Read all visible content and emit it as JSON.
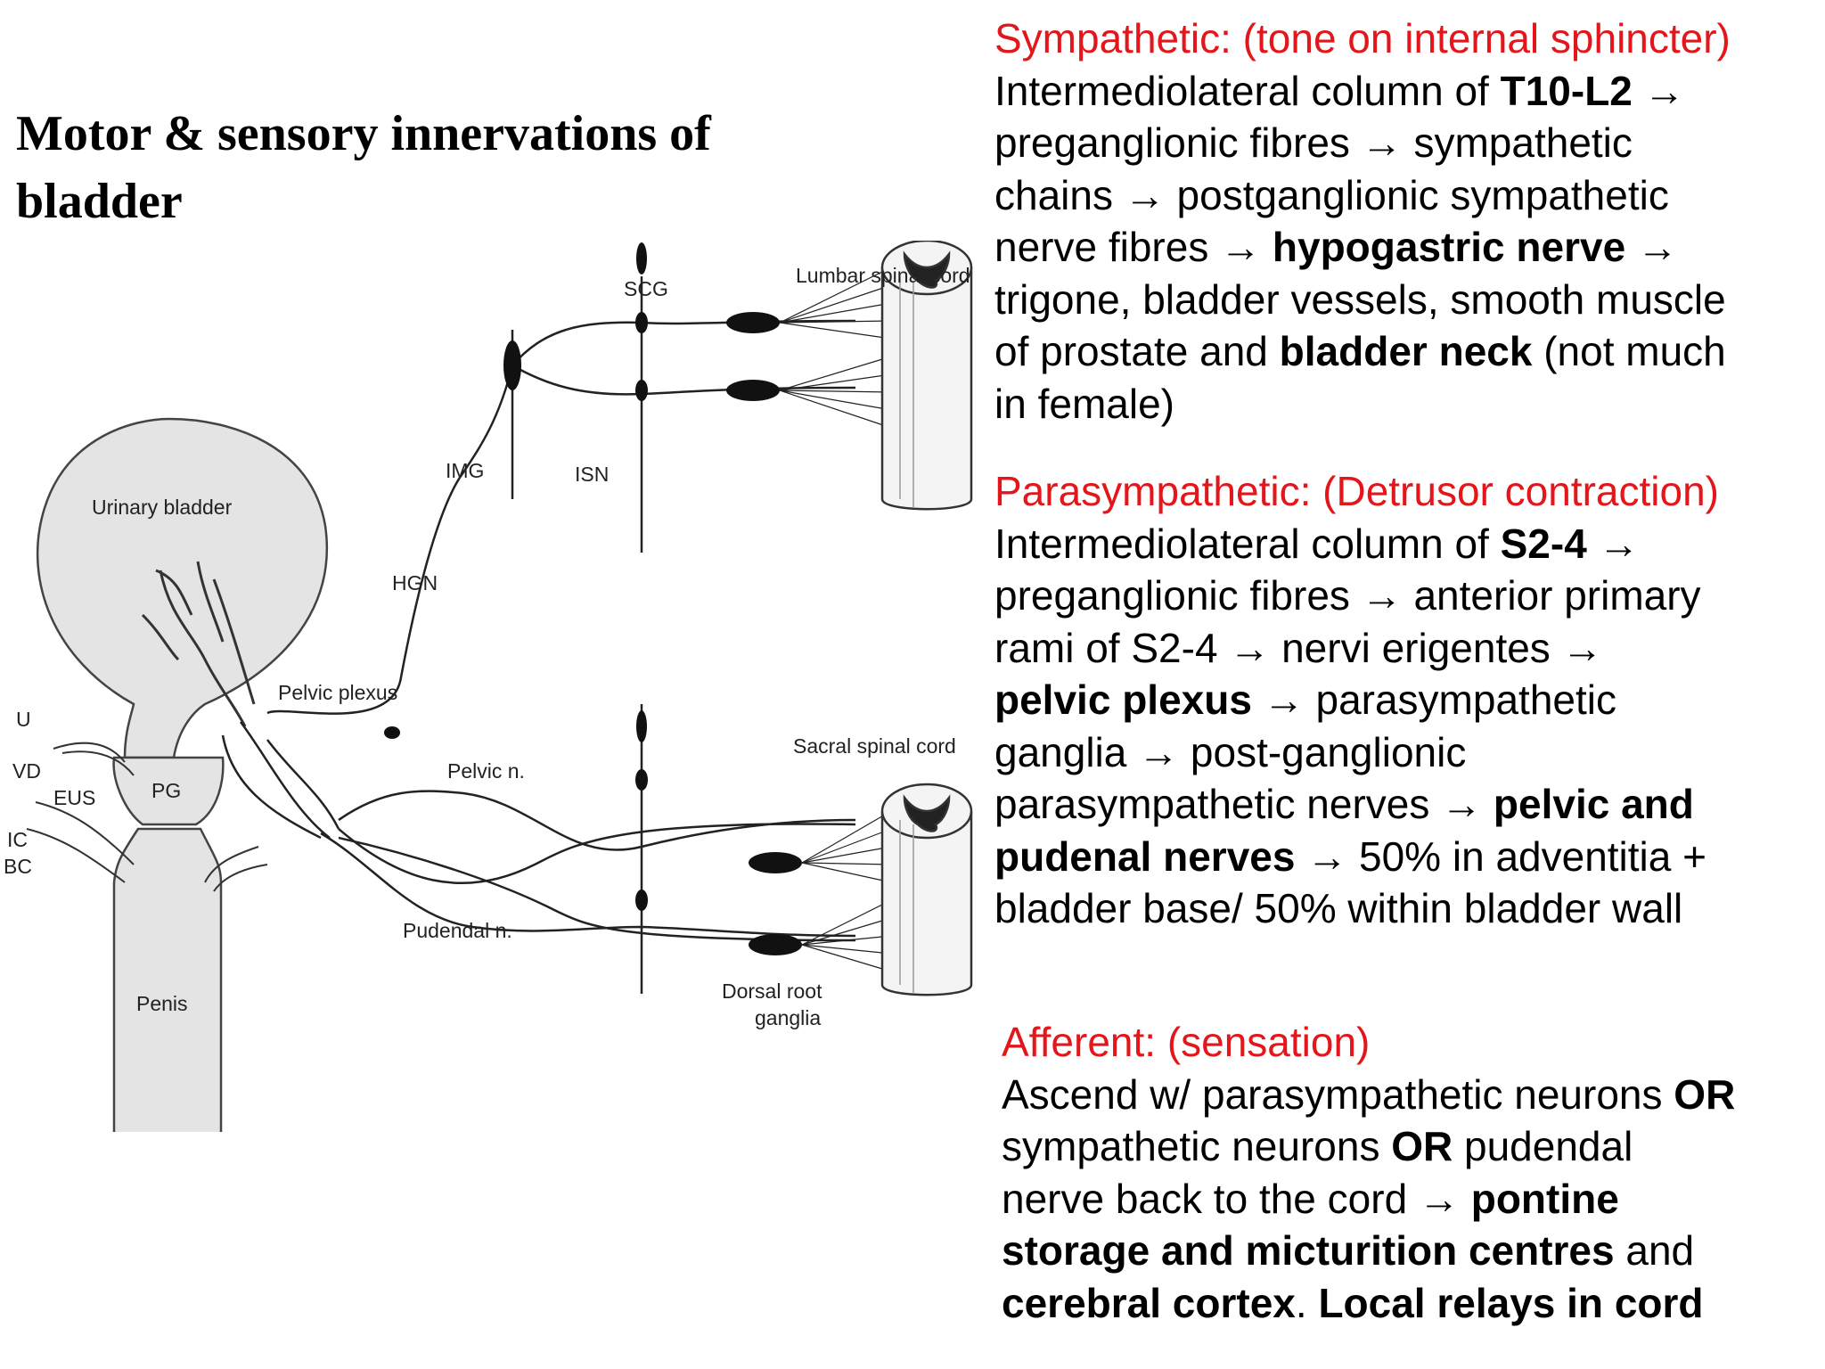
{
  "title": {
    "line1": "Motor & sensory innervations of",
    "line2": "bladder"
  },
  "diagram": {
    "labels": {
      "urinary_bladder": "Urinary bladder",
      "penis": "Penis",
      "pg": "PG",
      "u": "U",
      "vd": "VD",
      "eus": "EUS",
      "ic": "IC",
      "bc": "BC",
      "pelvic_plexus": "Pelvic plexus",
      "hgn": "HGN",
      "img": "IMG",
      "isn": "ISN",
      "scg": "SCG",
      "lumbar_cord": "Lumbar spinal cord",
      "sacral_cord": "Sacral spinal cord",
      "pelvic_n": "Pelvic n.",
      "pudendal_n": "Pudendal n.",
      "drg_line1": "Dorsal root",
      "drg_line2": "ganglia"
    }
  },
  "sympathetic": {
    "heading": "Sympathetic: (tone on internal sphincter)",
    "l1_a": "Intermediolateral column of ",
    "l1_b": "T10-L2",
    "l1_c": " →",
    "l2": "preganglionic fibres → sympathetic",
    "l3": "chains →  postganglionic sympathetic",
    "l4_a": "nerve fibres → ",
    "l4_b": "hypogastric nerve",
    "l4_c": " →",
    "l5": "trigone, bladder vessels, smooth muscle",
    "l6_a": "of prostate and ",
    "l6_b": "bladder neck",
    "l6_c": " (not much",
    "l7": "in female)"
  },
  "parasympathetic": {
    "heading": "Parasympathetic: (Detrusor contraction)",
    "l1_a": "Intermediolateral column of ",
    "l1_b": "S2-4",
    "l1_c": " →",
    "l2": "preganglionic fibres →  anterior primary",
    "l3": "rami of S2-4 →  nervi erigentes →",
    "l4_a": "pelvic plexus",
    "l4_b": " →  parasympathetic",
    "l5": "ganglia →  post-ganglionic",
    "l6_a": "parasympathetic nerves →  ",
    "l6_b": "pelvic and",
    "l7_a": "pudenal nerves",
    "l7_b": " → 50% in adventitia +",
    "l8": "bladder base/ 50% within bladder wall"
  },
  "afferent": {
    "heading": "Afferent: (sensation)",
    "l1_a": "Ascend w/ parasympathetic neurons ",
    "l1_b": "OR",
    "l2_a": "sympathetic neurons ",
    "l2_b": "OR",
    "l2_c": " pudendal",
    "l3_a": "nerve back to the cord → ",
    "l3_b": "pontine",
    "l4_a": "storage and micturition centres",
    "l4_b": " and",
    "l5_a": "cerebral cortex",
    "l5_b": ". ",
    "l5_c": "Local relays in cord"
  }
}
